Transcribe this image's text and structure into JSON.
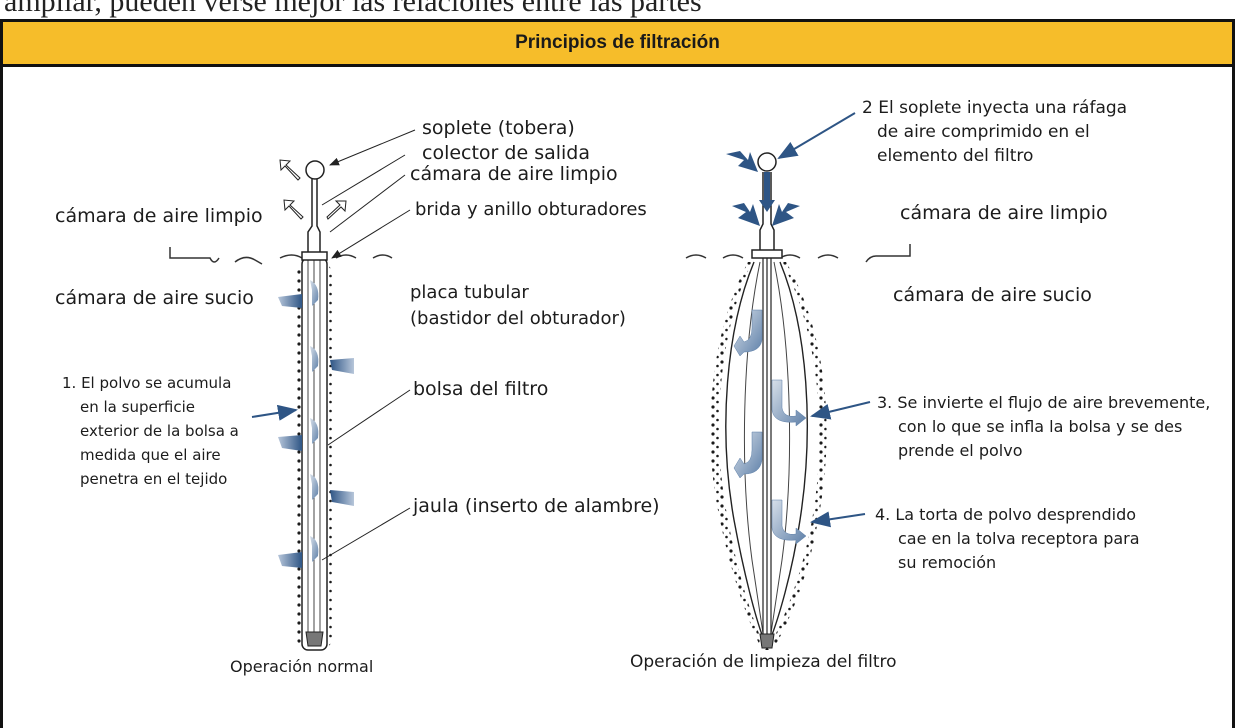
{
  "top_fragment": "ampliar, pueden verse mejor las relaciones entre las partes",
  "banner": {
    "title": "Principios de filtración"
  },
  "normal": {
    "soplete": "soplete (tobera)",
    "colector": "colector de salida",
    "camara_limpio_right": "cámara de aire limpio",
    "brida": "brida y anillo obturadores",
    "camara_limpio_left": "cámara de aire limpio",
    "camara_sucio": "cámara de aire sucio",
    "placa_1": "placa tubular",
    "placa_2": "(bastidor del obturador)",
    "bolsa": "bolsa del filtro",
    "jaula": "jaula (inserto de alambre)",
    "note1": [
      "1. El polvo se acumula",
      "en la superficie",
      "exterior de la bolsa a",
      "medida que el aire",
      "penetra en el tejido"
    ],
    "caption": "Operación normal"
  },
  "cleaning": {
    "note2": [
      "2  El soplete inyecta una ráfaga",
      "de aire comprimido en el",
      "elemento del filtro"
    ],
    "camara_limpio": "cámara de aire limpio",
    "camara_sucio": "cámara de aire sucio",
    "note3": [
      "3. Se invierte el flujo de aire brevemente,",
      "con lo que se infla la bolsa y se des",
      "prende el polvo"
    ],
    "note4": [
      "4.  La torta de polvo desprendido",
      "cae en la tolva receptora para",
      "su remoción"
    ],
    "caption": "Operación de limpieza del filtro"
  },
  "colors": {
    "banner": "#f6bd2a",
    "blue_arrow": "#2e5585",
    "arrow_light": "#c9d4e2",
    "dust": "#1a1a1a"
  }
}
